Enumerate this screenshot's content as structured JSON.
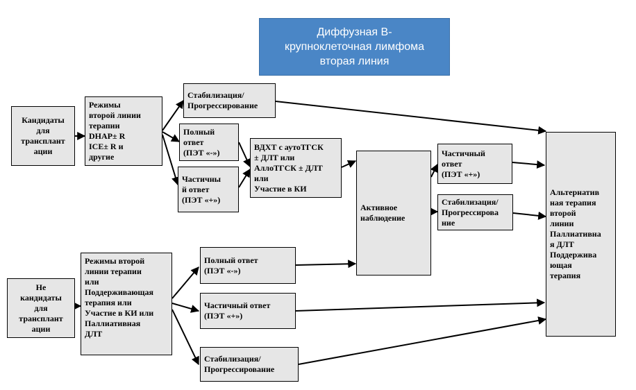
{
  "title": "Диффузная В-\nкрупноклеточная лимфома\nвторая линия",
  "boxes": {
    "candidates": "Кандидаты\nдля\nтрансплант\nации",
    "regimens_candidates": "Режимы\nвторой линии\nтерапии\nDHAP± R\nICE± R и\nдругие",
    "stab_prog_top": "Стабилизация/\nПрогрессирование",
    "complete_resp_top": "Полный\nответ\n(ПЭТ «-»)",
    "partial_resp_top": "Частичны\nй ответ\n(ПЭТ «+»)",
    "hdct": "ВДХТ с аутоТГСК\n± ДЛТ или\nАллоТГСК ± ДЛТ\nили\nУчастие в КИ",
    "active_observation": "Активное\nнаблюдение",
    "partial_resp_right": "Частичный\nответ\n(ПЭТ «+»)",
    "stab_prog_right": "Стабилизация/\nПрогрессирова\nние",
    "alternative": "Альтернатив\nная терапия\nвторой\nлинии\nПаллиативна\nя ДЛТ\nПоддержива\nющая\nтерапия",
    "non_candidates": "Не\nкандидаты\nдля\nтрансплант\nации",
    "regimens_non": "Режимы второй\nлинии терапии\nили\nПоддерживающая\nтерапия или\nУчастие в КИ или\nПаллиативная\nДЛТ",
    "complete_resp_bottom": "Полный ответ\n(ПЭТ «-»)",
    "partial_resp_bottom": "Частичный ответ\n(ПЭТ «+»)",
    "stab_prog_bottom": "Стабилизация/\nПрогрессирование"
  }
}
